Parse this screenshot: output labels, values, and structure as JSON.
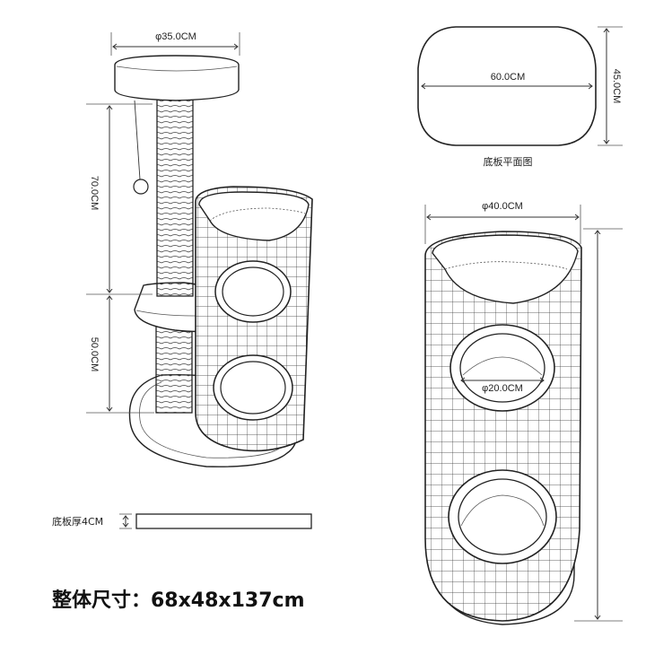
{
  "labels": {
    "top_platform_diameter": "φ35.0CM",
    "upper_height": "70.0CM",
    "lower_height": "50.0CM",
    "base_thickness": "底板厚4CM",
    "overall_size": "整体尺寸：68x48x137cm",
    "base_width": "60.0CM",
    "base_depth": "45.0CM",
    "base_plan_title": "底板平面图",
    "tube_diameter": "φ40.0CM",
    "hole_diameter": "φ20.0CM"
  }
}
